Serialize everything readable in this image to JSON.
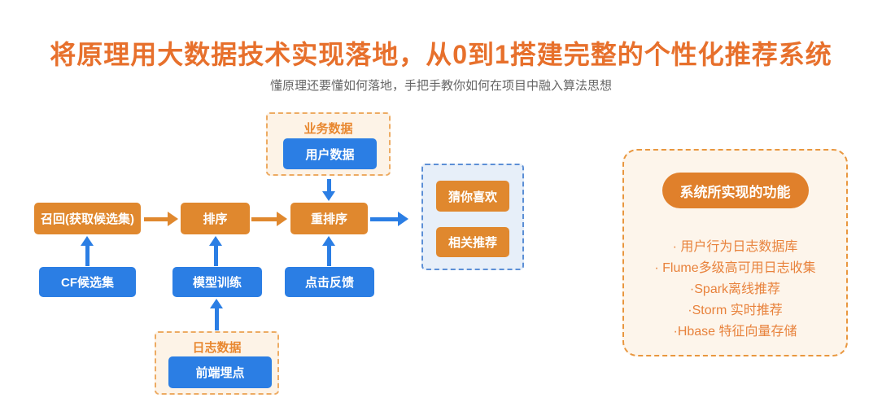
{
  "header": {
    "title": "将原理用大数据技术实现落地，从0到1搭建完整的个性化推荐系统",
    "subtitle": "懂原理还要懂如何落地，手把手教你如何在项目中融入算法思想"
  },
  "flow": {
    "business_group": {
      "label": "业务数据",
      "item": "用户数据"
    },
    "pipeline": [
      {
        "label": "召回(获取候选集)"
      },
      {
        "label": "排序"
      },
      {
        "label": "重排序"
      }
    ],
    "output_group": {
      "items": [
        "猜你喜欢",
        "相关推荐"
      ]
    },
    "support_nodes": [
      "CF候选集",
      "模型训练",
      "点击反馈"
    ],
    "log_group": {
      "label": "日志数据",
      "item": "前端埋点"
    }
  },
  "features_panel": {
    "title": "系统所实现的功能",
    "items": [
      "· 用户行为日志数据库",
      "· Flume多级高可用日志收集",
      "·Spark离线推荐",
      "·Storm 实时推荐",
      "·Hbase 特征向量存储"
    ]
  },
  "colors": {
    "title_orange": "#E7702C",
    "node_orange": "#E0882E",
    "node_blue": "#2B7EE4",
    "cream_background": "#FDF3E7",
    "light_blue_background": "#E7EFF9",
    "panel_background": "#FDF5EB",
    "panel_border_orange": "#E9973F",
    "list_text_orange": "#E8823C",
    "subtitle_gray": "#666666"
  }
}
